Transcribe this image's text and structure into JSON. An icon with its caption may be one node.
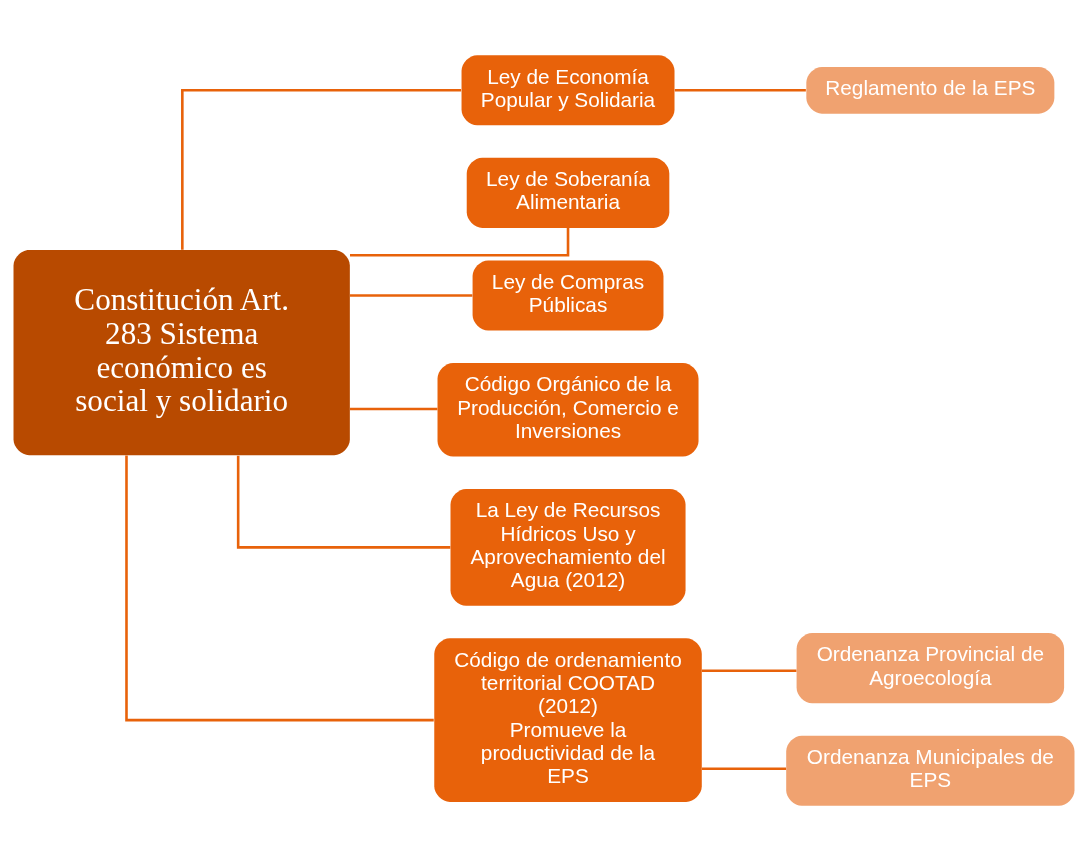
{
  "diagram": {
    "nodes": [
      {
        "text": [
          "Constitución Art. 283 Sistema económico es social y solidario"
        ]
      },
      {
        "text": [
          "Ley de Economía Popular y Solidaria"
        ]
      },
      {
        "text": [
          "Reglamento de la EPS"
        ]
      },
      {
        "text": [
          "Ley de Soberanía Alimentaria"
        ]
      },
      {
        "text": [
          "Ley de Compras Públicas"
        ]
      },
      {
        "text": [
          "Código Orgánico de la Producción, Comercio e Inversiones"
        ]
      },
      {
        "text": [
          "La Ley de Recursos Hídricos Uso y Aprovechamiento del Agua (2012)"
        ]
      },
      {
        "text": [
          "Código de ordenamiento territorial COOTAD (2012)",
          "Promueve la productividad de la EPS"
        ]
      },
      {
        "text": [
          "Ordenanza Provincial de Agroecología"
        ]
      },
      {
        "text": [
          "Ordenanza Municipales de EPS"
        ]
      }
    ],
    "edges": [
      {
        "from": 0,
        "to": 1,
        "arrow": "none"
      },
      {
        "from": 1,
        "to": 2,
        "arrow": "none"
      },
      {
        "from": 0,
        "to": 3,
        "arrow": "none"
      },
      {
        "from": 0,
        "to": 4,
        "arrow": "none"
      },
      {
        "from": 0,
        "to": 5,
        "arrow": "none"
      },
      {
        "from": 0,
        "to": 6,
        "arrow": "none"
      },
      {
        "from": 0,
        "to": 7,
        "arrow": "none"
      },
      {
        "from": 7,
        "to": 8,
        "arrow": "none"
      },
      {
        "from": 7,
        "to": 9,
        "arrow": "none"
      }
    ]
  }
}
